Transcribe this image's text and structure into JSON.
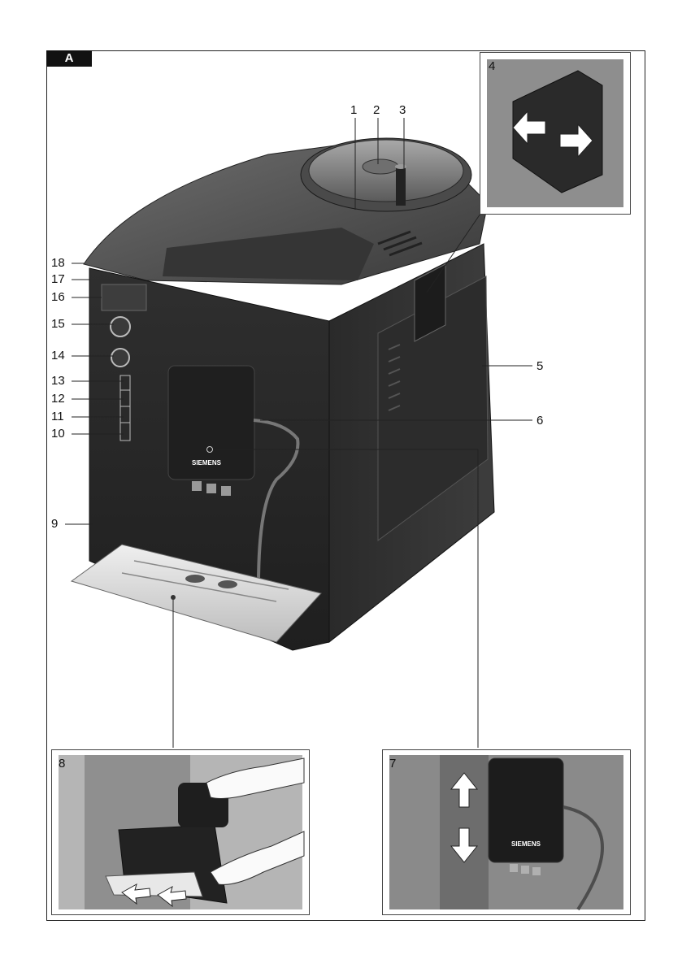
{
  "figure": {
    "tag": "A"
  },
  "machine": {
    "brand_logo": "SIEMENS"
  },
  "callouts": [
    "1",
    "2",
    "3",
    "4",
    "5",
    "6",
    "7",
    "8",
    "9",
    "10",
    "11",
    "12",
    "13",
    "14",
    "15",
    "16",
    "17",
    "18"
  ],
  "insets": {
    "inset_4": {
      "label": "4"
    },
    "inset_8": {
      "label": "8"
    },
    "inset_7": {
      "label": "7",
      "brand_logo": "SIEMENS"
    }
  },
  "colors": {
    "body": "#3a3a3a",
    "body_dark": "#262626",
    "body_light": "#6a6a6a",
    "tray": "#dcdcdc",
    "inset_bg": "#8a8a8a",
    "arrow_fill": "#ffffff"
  }
}
